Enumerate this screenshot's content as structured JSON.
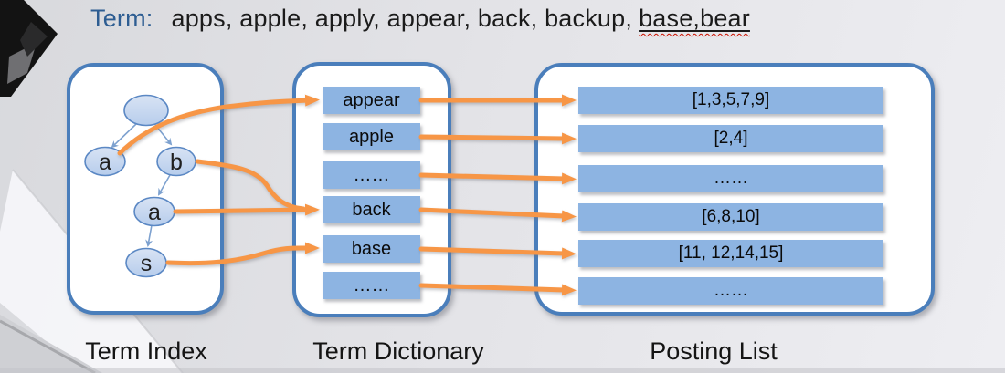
{
  "title": {
    "prefix": "Term:",
    "terms": "apps, apple, apply, appear, back, backup,",
    "underlined_terms": "base,bear"
  },
  "term_index": {
    "caption": "Term Index",
    "nodes": [
      {
        "id": "root",
        "label": ""
      },
      {
        "id": "a1",
        "label": "a"
      },
      {
        "id": "b1",
        "label": "b"
      },
      {
        "id": "a2",
        "label": "a"
      },
      {
        "id": "s1",
        "label": "s"
      }
    ],
    "edges": [
      "root→a1",
      "root→b1",
      "b1→a2",
      "a2→s1"
    ]
  },
  "term_dictionary": {
    "caption": "Term Dictionary",
    "entries": [
      "appear",
      "apple",
      "……",
      "back",
      "base",
      "……"
    ]
  },
  "posting_list": {
    "caption": "Posting List",
    "entries": [
      "[1,3,5,7,9]",
      "[2,4]",
      "……",
      "[6,8,10]",
      "[11, 12,14,15]",
      "……"
    ]
  },
  "links": {
    "index_to_dictionary": [
      "a1→appear",
      "b1→back",
      "a2→back",
      "s1→base"
    ],
    "dictionary_to_posting": [
      "appear→[1,3,5,7,9]",
      "apple→[2,4]",
      "……→……",
      "back→[6,8,10]",
      "base→[11, 12,14,15]",
      "……→……"
    ]
  },
  "colors": {
    "accent_orange": "#f79646",
    "box_border": "#4a7ebb",
    "bar_fill": "#8db4e2",
    "node_fill_top": "#d8e3f4",
    "node_fill_bottom": "#b7cdec",
    "node_border": "#5b88c4",
    "tree_edge": "#7da1cf",
    "title_blue": "#2d5d92"
  }
}
